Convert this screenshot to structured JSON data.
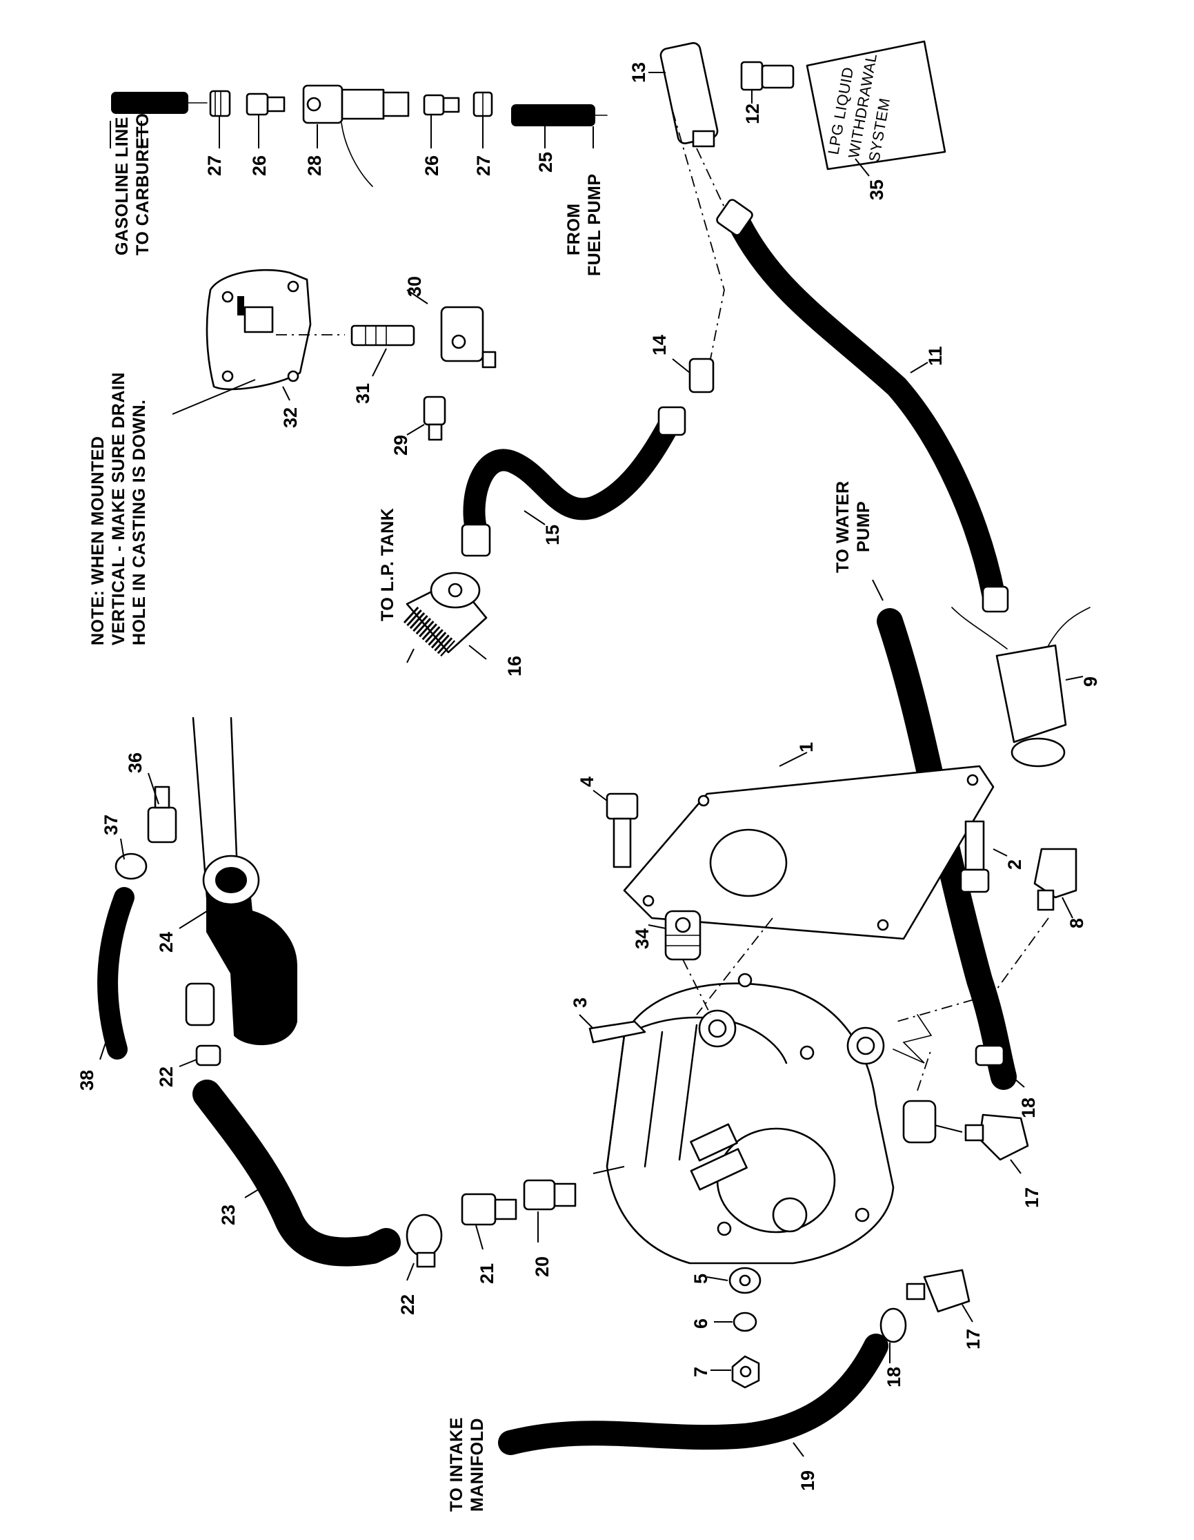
{
  "notes": {
    "gasoline_line": [
      "GASOLINE LINE",
      "TO CARBURETOR"
    ],
    "from_fuel_pump": [
      "FROM",
      "FUEL PUMP"
    ],
    "mount_note": [
      "NOTE: WHEN MOUNTED",
      "VERTICAL - MAKE SURE DRAIN",
      "HOLE IN CASTING IS DOWN."
    ],
    "lp_tank": [
      "TO L.P. TANK"
    ],
    "water_pump": [
      "TO WATER",
      "PUMP"
    ],
    "intake_manifold": [
      "TO INTAKE",
      "MANIFOLD"
    ],
    "plate_text": [
      "LPG LIQUID",
      "WITHDRAWAL",
      "SYSTEM"
    ]
  },
  "callouts": {
    "c1": "1",
    "c2": "2",
    "c3": "3",
    "c4": "4",
    "c5": "5",
    "c6": "6",
    "c7": "7",
    "c8": "8",
    "c9": "9",
    "c11": "11",
    "c12": "12",
    "c13": "13",
    "c14": "14",
    "c15": "15",
    "c16": "16",
    "c17a": "17",
    "c17b": "17",
    "c18a": "18",
    "c18b": "18",
    "c19": "19",
    "c20": "20",
    "c21": "21",
    "c22a": "22",
    "c22b": "22",
    "c23": "23",
    "c24": "24",
    "c25": "25",
    "c26a": "26",
    "c26b": "26",
    "c27a": "27",
    "c27b": "27",
    "c28": "28",
    "c29": "29",
    "c30": "30",
    "c31": "31",
    "c32": "32",
    "c34": "34",
    "c35": "35",
    "c36": "36",
    "c37": "37",
    "c38": "38"
  }
}
